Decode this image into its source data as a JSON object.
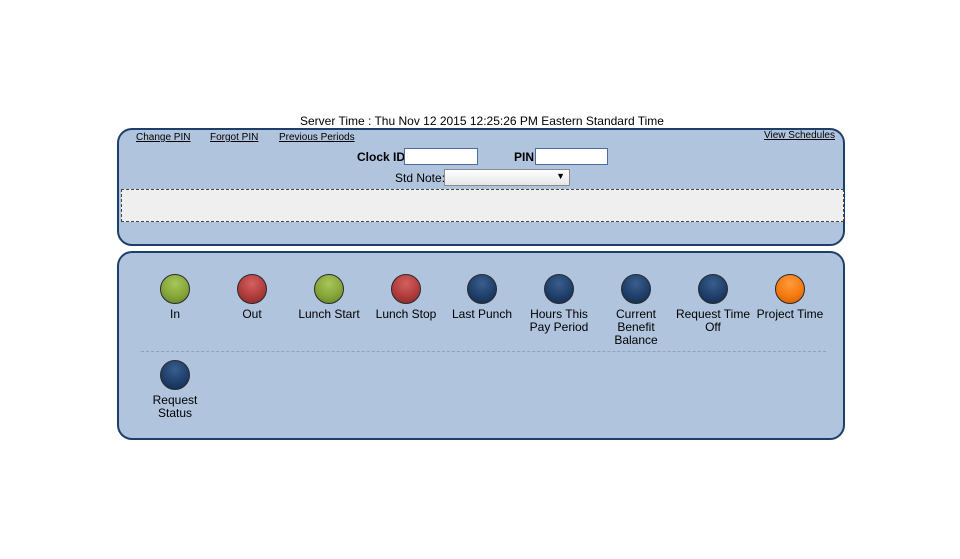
{
  "server_time": "Server Time : Thu Nov 12 2015 12:25:26 PM Eastern Standard Time",
  "links": {
    "change_pin": "Change PIN",
    "forgot_pin": "Forgot PIN",
    "previous_periods": "Previous Periods",
    "view_schedules": "View Schedules"
  },
  "form": {
    "clock_id_label": "Clock ID",
    "clock_id_value": "",
    "pin_label": "PIN",
    "pin_value": "",
    "std_note_label": "Std Note:",
    "std_note_selected": ""
  },
  "actions": [
    {
      "label": "In",
      "color": "green"
    },
    {
      "label": "Out",
      "color": "red"
    },
    {
      "label": "Lunch Start",
      "color": "green"
    },
    {
      "label": "Lunch Stop",
      "color": "red"
    },
    {
      "label": "Last Punch",
      "color": "navy"
    },
    {
      "label": "Hours This Pay Period",
      "color": "navy"
    },
    {
      "label": "Current Benefit Balance",
      "color": "navy"
    },
    {
      "label": "Request Time Off",
      "color": "navy"
    },
    {
      "label": "Project Time",
      "color": "orange"
    },
    {
      "label": "Request Status",
      "color": "navy"
    }
  ],
  "colors": {
    "panel_bg": "#b0c4de",
    "panel_border": "#1e3f6b",
    "green": "#86a63a",
    "red": "#b03c3c",
    "navy": "#1f3f6c",
    "orange": "#f57a10"
  }
}
